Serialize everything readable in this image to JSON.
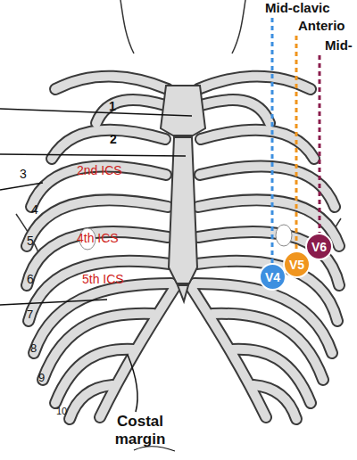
{
  "diagram": {
    "nodes": [
      {
        "text": [
          "V4"
        ]
      },
      {
        "text": [
          "V5"
        ]
      },
      {
        "text": [
          "V6"
        ]
      }
    ],
    "labels": [
      "Mid-clavic",
      "Anterio",
      "Mid-",
      "1",
      "2",
      "3",
      "2nd ICS",
      "4",
      "4th ICS",
      "5",
      "5th ICS",
      "6",
      "7",
      "8",
      "9",
      "10",
      "Costal margin"
    ]
  }
}
